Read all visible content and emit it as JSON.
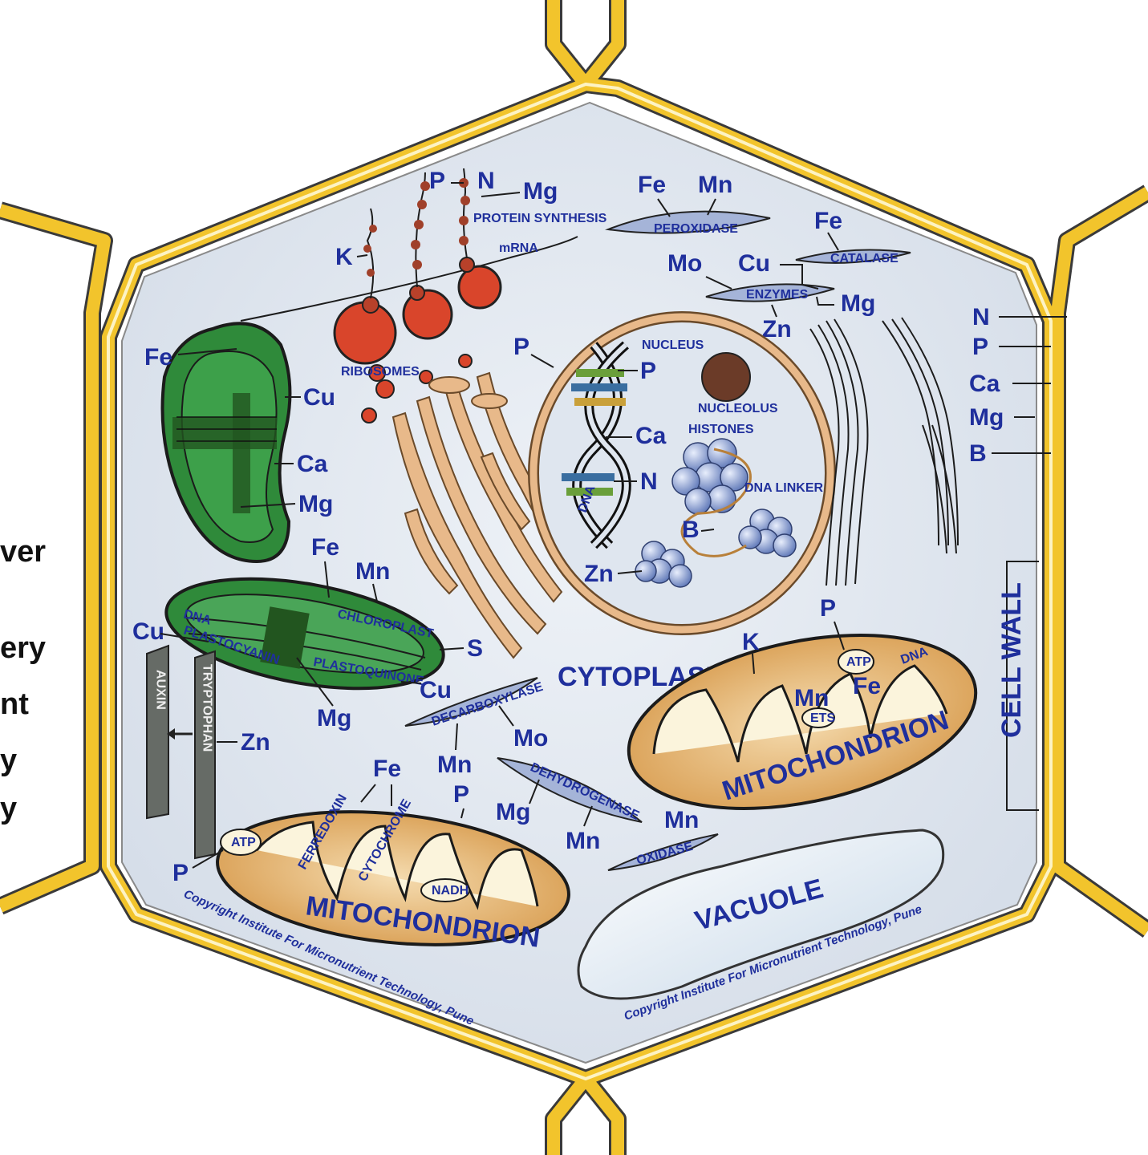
{
  "side_text": [
    "ver",
    "ery",
    "nt",
    "y",
    "y"
  ],
  "cell_wall_side": {
    "label": "CELL WALL",
    "elements": [
      "N",
      "P",
      "Ca",
      "Mg",
      "B"
    ]
  },
  "ribosomes": {
    "label": "RIBOSOMES",
    "elements": [
      "P",
      "N",
      "Mg",
      "K"
    ],
    "protein_synthesis": "PROTEIN SYNTHESIS",
    "mrna": "mRNA"
  },
  "enzymes_top": {
    "peroxidase": {
      "label": "PEROXIDASE",
      "elements": [
        "Fe",
        "Mn"
      ]
    },
    "catalase": {
      "label": "CATALASE",
      "element": "Fe"
    },
    "enzymes": {
      "label": "ENZYMES",
      "elements": [
        "Mo",
        "Cu",
        "Mg",
        "Zn"
      ]
    }
  },
  "chloroplast_green": {
    "elements": [
      "Fe",
      "Cu",
      "Ca",
      "Mg"
    ]
  },
  "chloroplast": {
    "label": "CHLOROPLAST",
    "dna": "DNA",
    "plastocyanin": "PLASTOCYANIN",
    "plastoquinone": "PLASTOQUINONE",
    "elements": [
      "Fe",
      "Mn",
      "Cu",
      "S",
      "Cu",
      "Mg"
    ]
  },
  "nucleus": {
    "label": "NUCLEUS",
    "nucleolus": "NUCLEOLUS",
    "histones": "HISTONES",
    "dna_linker": "DNA LINKER",
    "dna": "DNA",
    "elements": [
      "P",
      "P",
      "Ca",
      "N",
      "B",
      "Zn"
    ]
  },
  "auxin": {
    "auxin": "AUXIN",
    "tryptophan": "TRYPTOPHAN",
    "element": "Zn"
  },
  "cytoplasm": {
    "label": "CYTOPLASM"
  },
  "decarboxylase": {
    "label": "DECARBOXYLASE",
    "elements": [
      "Mn",
      "Mo"
    ]
  },
  "dehydrogenase": {
    "label": "DEHYDROGENASE",
    "elements": [
      "Mg",
      "Mn"
    ]
  },
  "oxidase": {
    "label": "OXIDASE",
    "element": "Mn"
  },
  "mitochondrion_right": {
    "label": "MITOCHONDRION",
    "atp": "ATP",
    "dna": "DNA",
    "ets": "ETS",
    "elements": [
      "P",
      "K",
      "Mn",
      "Fe"
    ]
  },
  "mitochondrion_left": {
    "label": "MITOCHONDRION",
    "atp": "ATP",
    "ferredoxin": "FERREDOXIN",
    "cytochrome": "CYTOCHROME",
    "nadh": "NADH",
    "elements": [
      "Fe",
      "P",
      "P"
    ]
  },
  "vacuole": {
    "label": "VACUOLE"
  },
  "copyright": [
    "Copyright Institute For Micronutrient Technology, Pune",
    "Copyright Institute For Micronutrient Technology, Pune"
  ],
  "colors": {
    "wall_yellow": "#f2c42c",
    "wall_outline": "#3a3a3a",
    "cytoplasm_fill": "#dfe6ef",
    "chloroplast_green": "#2f8a3a",
    "golgi_tan": "#e8b98a",
    "ribosome_red": "#d9452b",
    "mito_fill": "#e6b36a",
    "label_blue": "#1f2f9c"
  }
}
